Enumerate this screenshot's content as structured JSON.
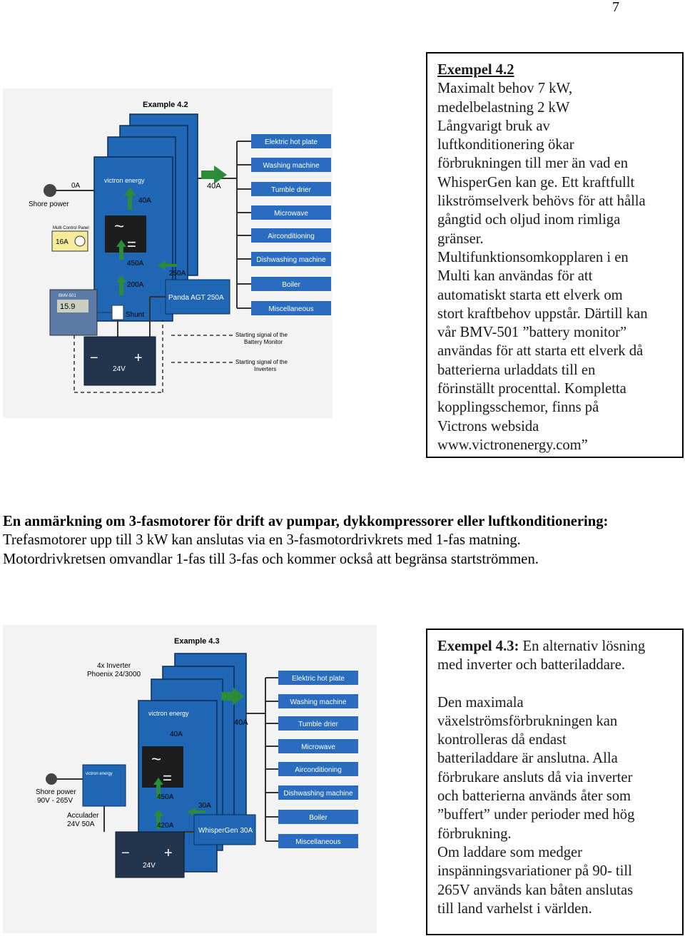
{
  "page_number": "7",
  "example1": {
    "heading": "Exempel 4.2",
    "paragraphs": [
      "Maximalt behov 7 kW,",
      "medelbelastning 2 kW",
      "Långvarigt bruk av",
      "luftkonditionering ökar",
      "förbrukningen till mer än vad en",
      "WhisperGen kan ge. Ett kraftfullt",
      "likströmselverk behövs för att hålla",
      "gångtid och oljud inom rimliga",
      "gränser.",
      "Multifunktionsomkopplaren i en",
      "Multi kan användas för att",
      "automatiskt starta ett elverk om",
      "stort kraftbehov uppstår. Därtill kan",
      "vår BMV-501 ”battery monitor”",
      "användas för att starta ett elverk då",
      "batterierna urladdats till en",
      "förinställt procenttal. Kompletta",
      "kopplingsschemor, finns på",
      "Victrons websida",
      "www.victronenergy.com”"
    ]
  },
  "note": {
    "bold_line": "En anmärkning om 3-fasmotorer  för drift av pumpar, dykkompressorer eller luftkonditionering:",
    "line2": "Trefasmotorer upp till 3 kW kan anslutas via en 3-fasmotordrivkrets med 1-fas matning.",
    "line3": "Motordrivkretsen omvandlar 1-fas till 3-fas och kommer också att begränsa startströmmen."
  },
  "example2": {
    "heading": "Exempel 4.3:",
    "heading_rest": " En alternativ lösning",
    "line2": "med inverter och batteriladdare.",
    "paragraphs": [
      "Den maximala",
      "växelströmsförbrukningen kan",
      "kontrolleras då endast",
      "batteriladdare är anslutna. Alla",
      "förbrukare ansluts då via inverter",
      "och batterierna används åter som",
      "”buffert” under perioder med hög",
      "förbrukning.",
      "Om laddare som medger",
      "inspänningsvariationer på 90- till",
      "265V används kan båten anslutas",
      "till land varhelst i världen."
    ]
  },
  "diagram1": {
    "title": "Example 4.2",
    "loads": [
      "Elektric hot plate",
      "Washing machine",
      "Tumble drier",
      "Microwave",
      "Airconditioning",
      "Dishwashing machine",
      "Boiler",
      "Miscellaneous"
    ],
    "shore_label": "Shore power",
    "shore_current": "0A",
    "panel_label": "Multi Control Panel",
    "panel_value": "16A",
    "brand": "victron energy",
    "in_current": "40A",
    "out_current": "40A",
    "dc_450": "450A",
    "dc_200": "200A",
    "dc_250": "250A",
    "generator": "Panda AGT 250A",
    "shunt": "Shunt",
    "bmv_model": "BMV-501",
    "bmv_value": "15.9",
    "battery_minus": "−",
    "battery_plus": "+",
    "battery_voltage": "24V",
    "signal1_line1": "Starting signal of the",
    "signal1_line2": "Battery Monitor",
    "signal2_line1": "Starting signal of the",
    "signal2_line2": "Inverters"
  },
  "diagram2": {
    "title": "Example 4.3",
    "inverter_line1": "4x Inverter",
    "inverter_line2": "Phoenix 24/3000",
    "loads": [
      "Elektric hot plate",
      "Washing machine",
      "Tumble drier",
      "Microwave",
      "Airconditioning",
      "Dishwashing machine",
      "Boiler",
      "Miscellaneous"
    ],
    "brand": "victron energy",
    "in_current": "40A",
    "out_current": "40A",
    "shore_line1": "Shore power",
    "shore_line2": "90V - 265V",
    "charger_brand": "victron energy",
    "charger_line1": "Acculader",
    "charger_line2": "24V 50A",
    "dc_450": "450A",
    "dc_30": "30A",
    "dc_420": "420A",
    "generator": "WhisperGen 30A",
    "battery_minus": "−",
    "battery_plus": "+",
    "battery_voltage": "24V"
  },
  "colors": {
    "inverter_blue": "#1f66b4",
    "load_blue": "#2a6cc0",
    "battery_navy": "#23354d",
    "arrow_green": "#2b8c3a",
    "diagram_bg": "#f3f3f3"
  }
}
